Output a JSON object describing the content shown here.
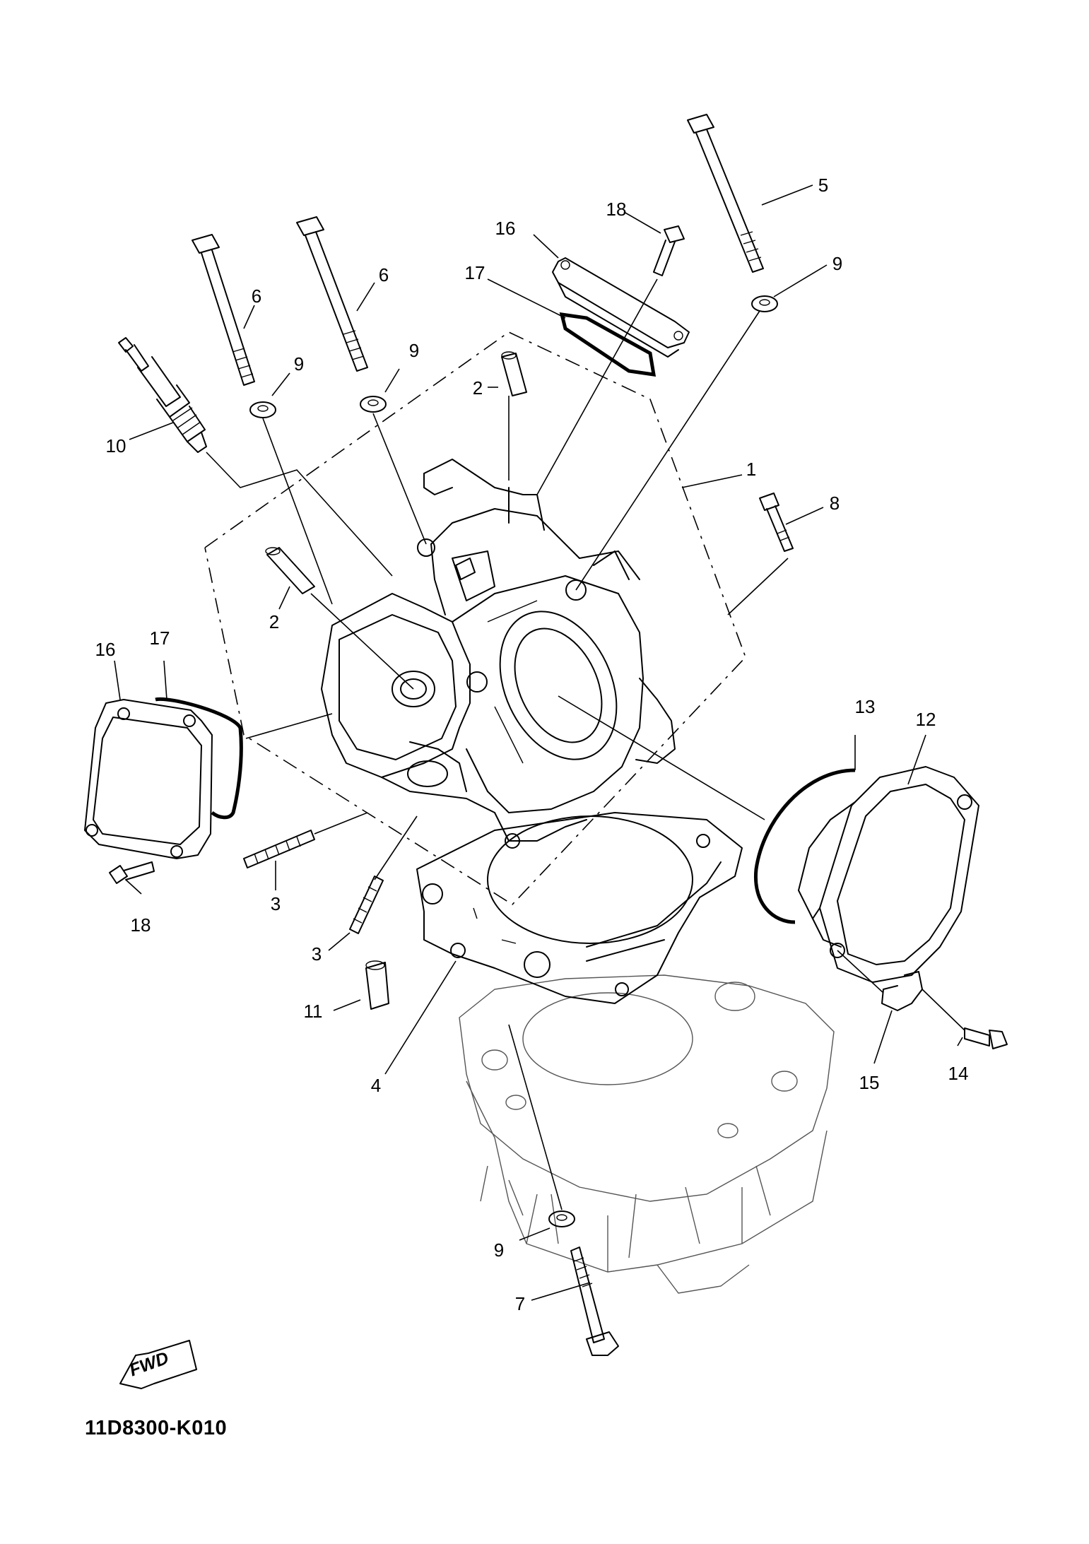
{
  "diagram": {
    "code": "11D8300-K010",
    "fwd_label": "FWD",
    "callouts": [
      {
        "id": "c-1",
        "label": "1"
      },
      {
        "id": "c-2a",
        "label": "2"
      },
      {
        "id": "c-2b",
        "label": "2"
      },
      {
        "id": "c-3a",
        "label": "3"
      },
      {
        "id": "c-3b",
        "label": "3"
      },
      {
        "id": "c-4",
        "label": "4"
      },
      {
        "id": "c-5",
        "label": "5"
      },
      {
        "id": "c-6a",
        "label": "6"
      },
      {
        "id": "c-6b",
        "label": "6"
      },
      {
        "id": "c-7",
        "label": "7"
      },
      {
        "id": "c-8",
        "label": "8"
      },
      {
        "id": "c-9a",
        "label": "9"
      },
      {
        "id": "c-9b",
        "label": "9"
      },
      {
        "id": "c-9c",
        "label": "9"
      },
      {
        "id": "c-9d",
        "label": "9"
      },
      {
        "id": "c-10",
        "label": "10"
      },
      {
        "id": "c-11",
        "label": "11"
      },
      {
        "id": "c-12",
        "label": "12"
      },
      {
        "id": "c-13",
        "label": "13"
      },
      {
        "id": "c-14",
        "label": "14"
      },
      {
        "id": "c-15",
        "label": "15"
      },
      {
        "id": "c-16a",
        "label": "16"
      },
      {
        "id": "c-16b",
        "label": "16"
      },
      {
        "id": "c-17a",
        "label": "17"
      },
      {
        "id": "c-17b",
        "label": "17"
      },
      {
        "id": "c-18a",
        "label": "18"
      },
      {
        "id": "c-18b",
        "label": "18"
      }
    ]
  }
}
